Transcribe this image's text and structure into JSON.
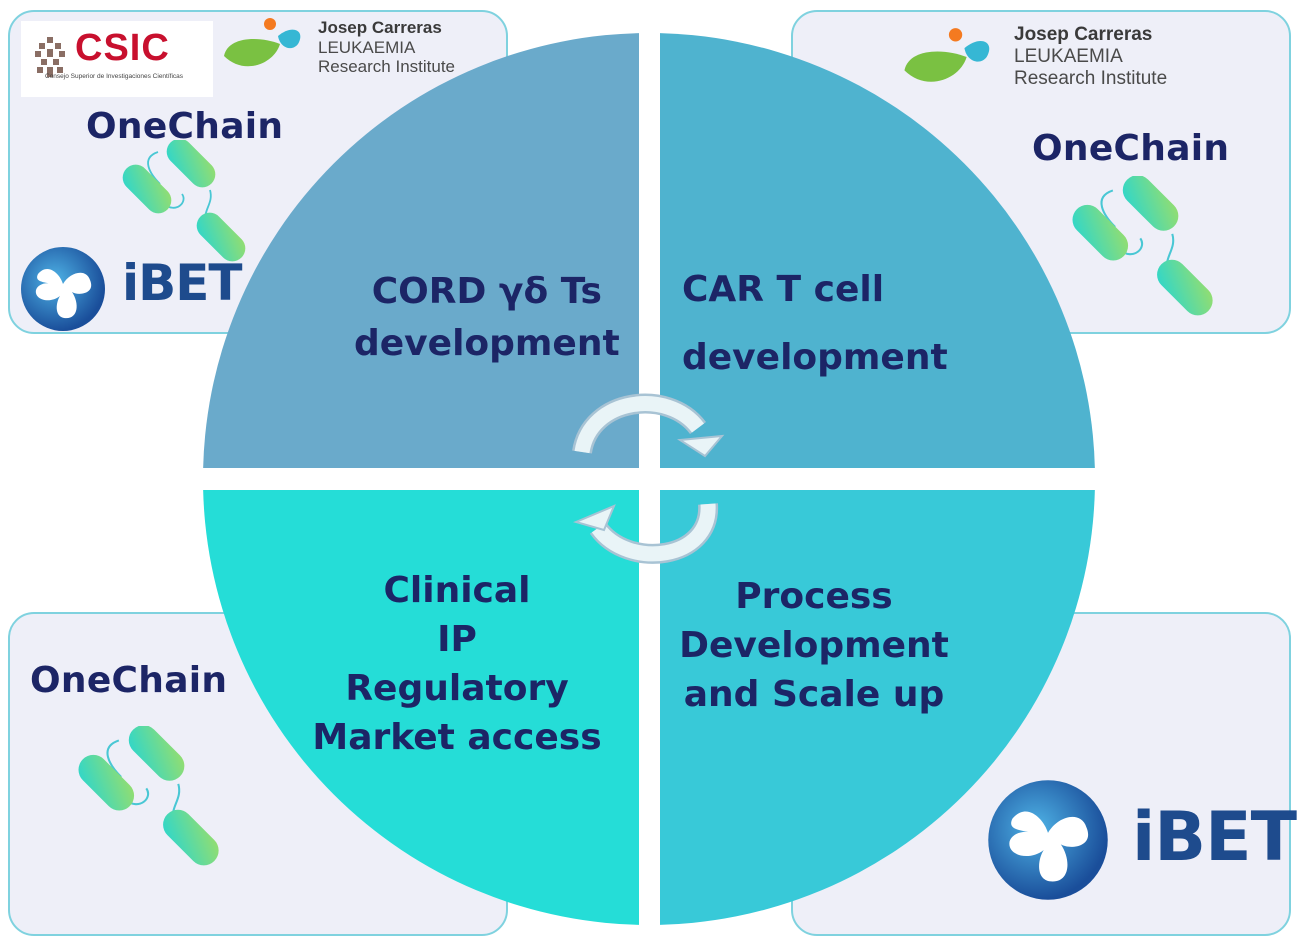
{
  "cards": {
    "top_left": {
      "csic": {
        "name": "CSIC",
        "subtitle": "Consejo Superior de Investigaciones Científicas"
      },
      "jc_line1": "Josep Carreras",
      "jc_line2": "LEUKAEMIA",
      "jc_line3": "Research Institute",
      "onechain": "OneChain",
      "ibet": "iBET"
    },
    "top_right": {
      "jc_line1": "Josep Carreras",
      "jc_line2": "LEUKAEMIA",
      "jc_line3": "Research Institute",
      "onechain": "OneChain"
    },
    "bottom_left": {
      "onechain": "OneChain"
    },
    "bottom_right": {
      "ibet": "iBET"
    }
  },
  "quadrants": {
    "top_left": {
      "lines": [
        "CORD γδ Ts",
        "development"
      ],
      "color": "#6aaacb"
    },
    "top_right": {
      "lines": [
        "CAR T cell",
        "development"
      ],
      "color": "#4fb3cf"
    },
    "bottom_left": {
      "lines": [
        "Clinical",
        "IP",
        "Regulatory",
        "Market access"
      ],
      "color": "#25ddd7"
    },
    "bottom_right": {
      "lines": [
        "Process",
        "Development",
        "and Scale up"
      ],
      "color": "#38c9d8"
    }
  },
  "colors": {
    "text_navy": "#1c2566",
    "card_border": "#7fd2df",
    "card_fill": "#eeeff8",
    "jc_orange": "#f47a20",
    "jc_green": "#7ac142",
    "jc_cyan": "#36b7d4",
    "ibet_blue": "#1e4b8d",
    "csic_red": "#c8102e"
  }
}
